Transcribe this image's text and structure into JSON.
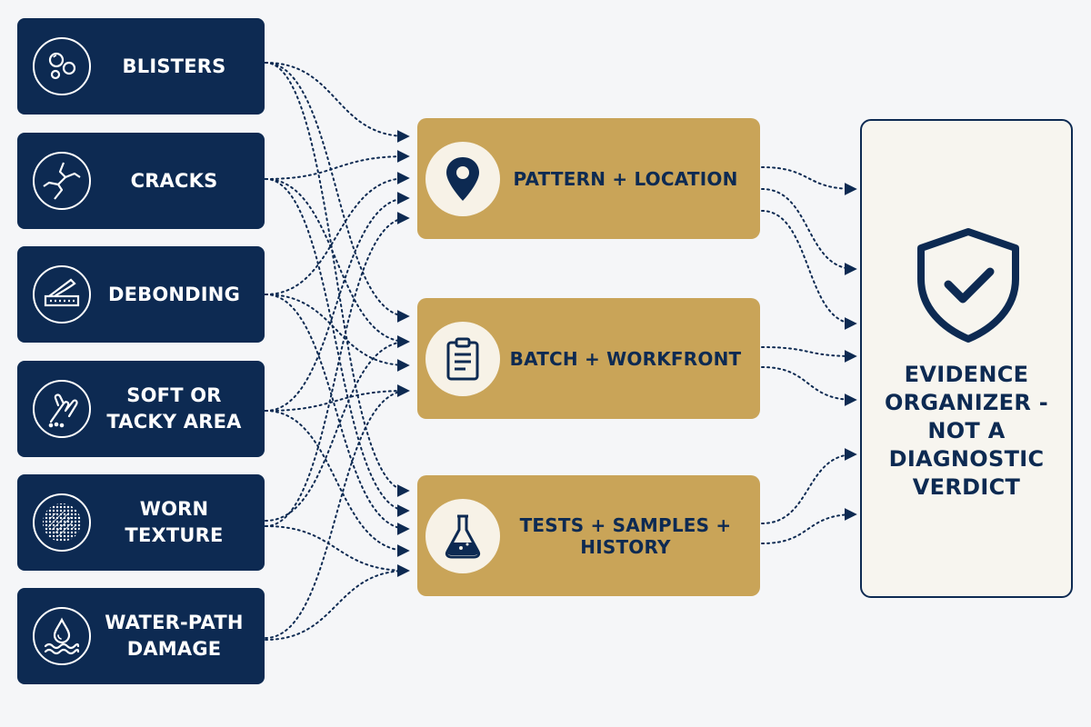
{
  "symptoms": [
    {
      "id": "blisters",
      "label": "BLISTERS",
      "icon": "bubbles-icon"
    },
    {
      "id": "cracks",
      "label": "CRACKS",
      "icon": "crack-icon"
    },
    {
      "id": "debonding",
      "label": "DEBONDING",
      "icon": "peeling-layer-icon"
    },
    {
      "id": "soft-tacky",
      "label": "SOFT OR\nTACKY AREA",
      "icon": "finger-press-icon"
    },
    {
      "id": "worn-texture",
      "label": "WORN TEXTURE",
      "icon": "worn-texture-icon"
    },
    {
      "id": "water-path",
      "label": "WATER-PATH\nDAMAGE",
      "icon": "water-drop-icon"
    }
  ],
  "categories": [
    {
      "id": "pattern-location",
      "label": "PATTERN + LOCATION",
      "icon": "location-pin-icon"
    },
    {
      "id": "batch-workfront",
      "label": "BATCH + WORKFRONT",
      "icon": "clipboard-icon"
    },
    {
      "id": "tests-samples-history",
      "label": "TESTS + SAMPLES + HISTORY",
      "icon": "flask-icon"
    }
  ],
  "organizer": {
    "label": "EVIDENCE\nORGANIZER -\nNOT A\nDIAGNOSTIC\nVERDICT",
    "icon": "shield-check-icon"
  },
  "colors": {
    "navy": "#0d2a52",
    "gold": "#c9a458",
    "background": "#f5f6f8",
    "panel": "#f7f5ef"
  }
}
